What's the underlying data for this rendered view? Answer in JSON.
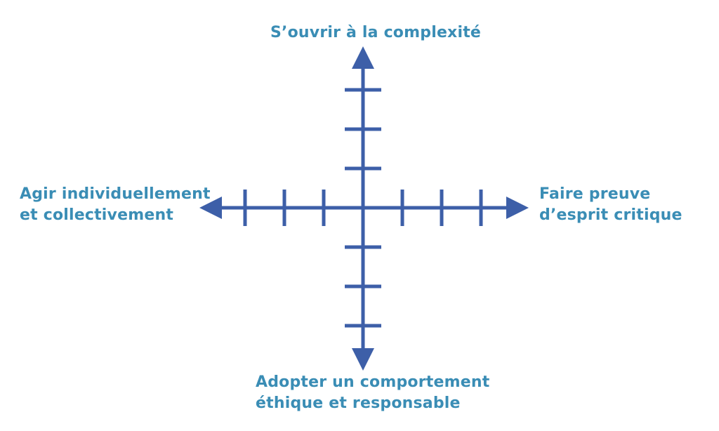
{
  "labels": {
    "top": [
      "S’ouvrir à la complexité"
    ],
    "left": [
      "Agir individuellement",
      "et collectivement"
    ],
    "right": [
      "Faire preuve",
      "d’esprit critique"
    ],
    "bottom": [
      "Adopter un comportement",
      "éthique et responsable"
    ]
  },
  "colors": {
    "axis": "#3d5fa8",
    "text": "#3a8db5"
  },
  "ticks_per_half_axis": 3
}
